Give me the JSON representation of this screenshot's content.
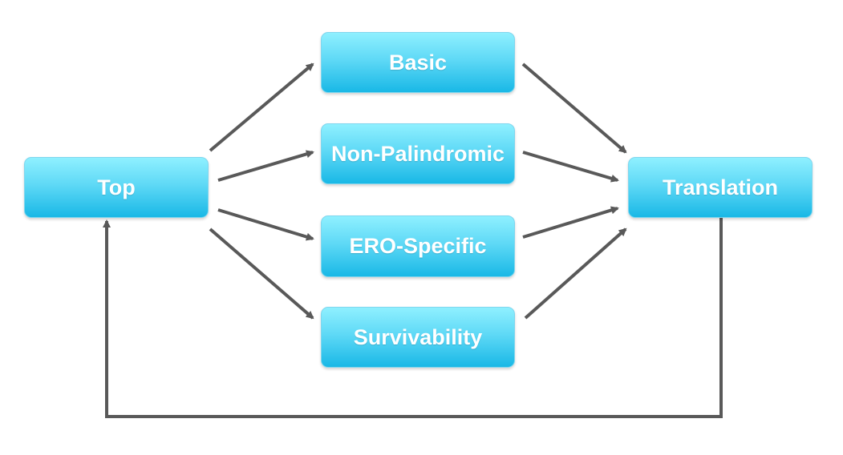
{
  "nodes": {
    "top": "Top",
    "basic": "Basic",
    "non_palindromic": "Non-Palindromic",
    "ero_specific": "ERO-Specific",
    "survivability": "Survivability",
    "translation": "Translation"
  },
  "colors": {
    "box_top": "#8ff0ff",
    "box_bottom": "#19b8e6",
    "arrow": "#595959",
    "text": "#ffffff"
  }
}
